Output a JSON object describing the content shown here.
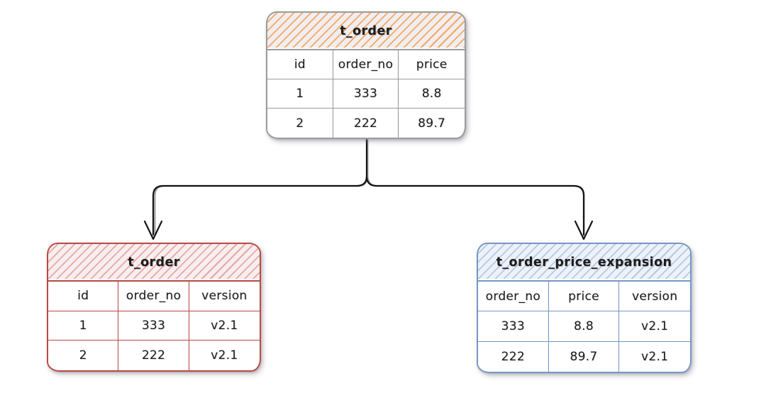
{
  "diagram": {
    "background": "#ffffff",
    "arrow_color": "#141414",
    "tables": [
      {
        "title": "t_order",
        "theme": {
          "border": "#9b9b9b",
          "hatch": "#f4a85e",
          "header_bg": "#f0eef2"
        },
        "columns": [
          "id",
          "order_no",
          "price"
        ],
        "rows": [
          [
            "1",
            "333",
            "8.8"
          ],
          [
            "2",
            "222",
            "89.7"
          ]
        ]
      },
      {
        "title": "t_order",
        "theme": {
          "border": "#b94843",
          "hatch": "#e8a7a3",
          "header_bg": "#f7eef0"
        },
        "columns": [
          "id",
          "order_no",
          "version"
        ],
        "rows": [
          [
            "1",
            "333",
            "v2.1"
          ],
          [
            "2",
            "222",
            "v2.1"
          ]
        ]
      },
      {
        "title": "t_order_price_expansion",
        "theme": {
          "border": "#7697c6",
          "hatch": "#b6c8e2",
          "header_bg": "#edf2f9"
        },
        "columns": [
          "order_no",
          "price",
          "version"
        ],
        "rows": [
          [
            "333",
            "8.8",
            "v2.1"
          ],
          [
            "222",
            "89.7",
            "v2.1"
          ]
        ]
      }
    ]
  }
}
